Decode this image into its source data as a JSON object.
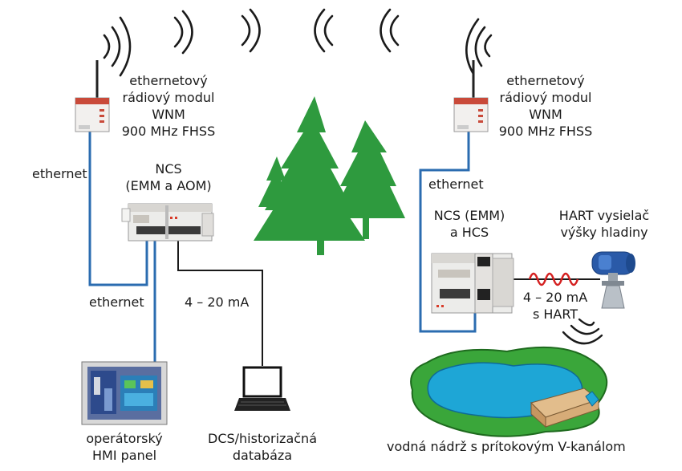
{
  "labels": {
    "radio_left": [
      "ethernetový",
      "rádiový modul",
      "WNM",
      "900 MHz FHSS"
    ],
    "radio_right": [
      "ethernetový",
      "rádiový modul",
      "WNM",
      "900 MHz FHSS"
    ],
    "ethernet_left_top": "ethernet",
    "ethernet_left_bottom": "ethernet",
    "ethernet_right": "ethernet",
    "ncs_left": [
      "NCS",
      "(EMM a AOM)"
    ],
    "ncs_right": [
      "NCS (EMM)",
      "a HCS"
    ],
    "analog_left": "4 – 20 mA",
    "analog_right": [
      "4 – 20 mA",
      "s HART"
    ],
    "hart_transmitter": [
      "HART vysielač",
      "výšky hladiny"
    ],
    "hmi_panel": [
      "operátorský",
      "HMI panel"
    ],
    "dcs": [
      "DCS/historizačná",
      "databáza"
    ],
    "reservoir": "vodná nádrž s prítokovým V-kanálom"
  },
  "colors": {
    "ethernet_cable": "#2b6cb0",
    "signal_wire": "#1a1a1a",
    "hart_signal": "#d42020",
    "tree_green": "#2e9a3e",
    "water_blue": "#1ea6d6",
    "grass_green": "#3aa63a",
    "channel_tan": "#d7ac78"
  },
  "icons": [
    "radio-module-icon",
    "ncs-module-icon",
    "hart-transmitter-icon",
    "hmi-panel-icon",
    "laptop-icon",
    "pine-trees-icon",
    "wireless-waves-icon"
  ]
}
